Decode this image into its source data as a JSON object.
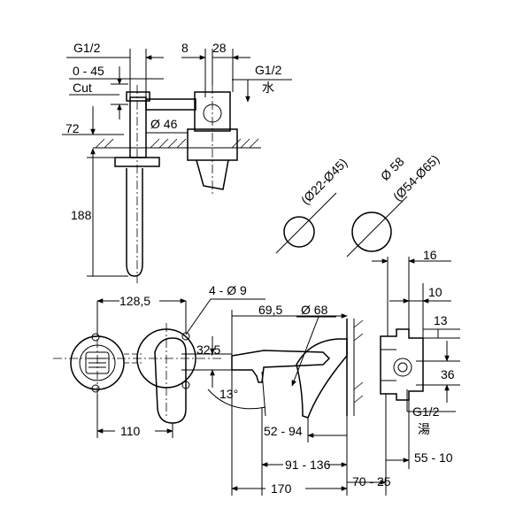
{
  "labels": {
    "g12_top": "G1/2",
    "d_8": "8",
    "d_28": "28",
    "cut_range": "0 - 45",
    "cut": "Cut",
    "g12_cold": "G1/2",
    "cold_char": "水",
    "d_72": "72",
    "d_46": "46",
    "d_188": "188",
    "phi_22_45": "(Ø22-Ø45)",
    "phi_58": "Ø 58",
    "phi_54_65": "(Ø54-Ø65)",
    "d_16": "16",
    "d_10": "10",
    "d_13": "13",
    "d_36": "36",
    "g12_hot": "G1/2",
    "hot_char": "湯",
    "d_128_5": "128,5",
    "holes": "4 - Ø 9",
    "d_69_5": "69,5",
    "d_68": "Ø 68",
    "d_32_5": "32,5",
    "angle_13": "13°",
    "d_110": "110",
    "d_52_94": "52 - 94",
    "d_91_136": "91 - 136",
    "d_55_10": "55 - 10",
    "d_170": "170",
    "d_70_25": "70 - 25"
  }
}
